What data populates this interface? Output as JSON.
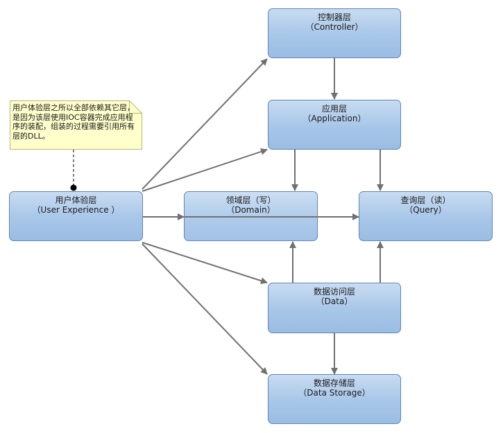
{
  "nodes": {
    "controller": {
      "title": "控制器层",
      "subtitle": "（Controller）"
    },
    "application": {
      "title": "应用层",
      "subtitle": "（Application）"
    },
    "user_experience": {
      "title": "用户体验层",
      "subtitle": "（User Experience ）"
    },
    "domain": {
      "title": "领域层（写）",
      "subtitle": "（Domain）"
    },
    "query": {
      "title": "查询层（读）",
      "subtitle": "（Query）"
    },
    "data": {
      "title": "数据访问层",
      "subtitle": "（Data）"
    },
    "data_storage": {
      "title": "数据存储层",
      "subtitle": "（Data Storage）"
    }
  },
  "note": {
    "text": "用户体验层之所以全部依赖其它层，是因为该层使用IOC容器完成应用程序的装配，组装的过程需要引用所有层的DLL。"
  },
  "colors": {
    "box_fill": "#a7c6e8",
    "box_border": "#5f84b8",
    "arrow": "#707070",
    "note_fill": "#ffffcc",
    "note_border": "#b8b86a"
  }
}
